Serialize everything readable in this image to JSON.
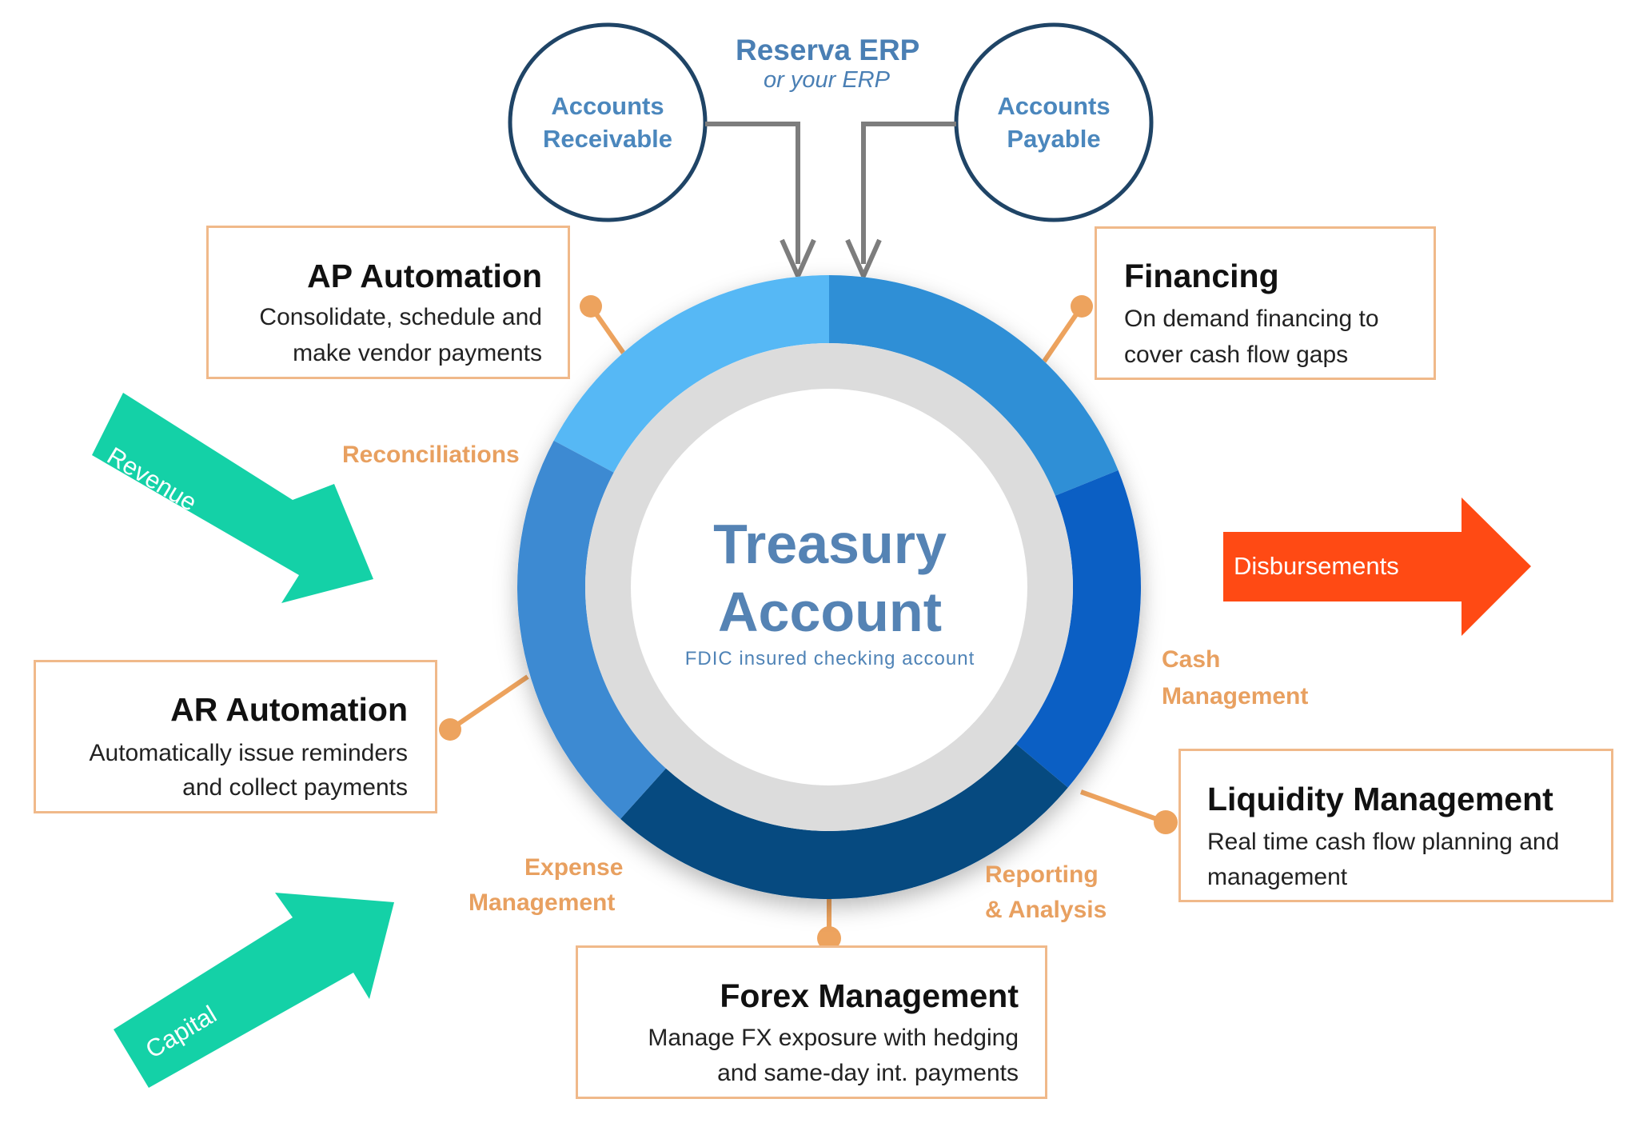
{
  "top": {
    "erp_title": "Reserva ERP",
    "erp_subtitle": "or your ERP",
    "accounts_receivable": [
      "Accounts",
      "Receivable"
    ],
    "accounts_payable": [
      "Accounts",
      "Payable"
    ]
  },
  "center": {
    "title_line1": "Treasury",
    "title_line2": "Account",
    "subtitle": "FDIC insured checking account"
  },
  "boxes": {
    "ap_automation": {
      "title": "AP Automation",
      "lines": [
        "Consolidate, schedule and",
        "make vendor payments"
      ]
    },
    "financing": {
      "title": "Financing",
      "lines": [
        "On demand financing to",
        "cover cash flow gaps"
      ]
    },
    "ar_automation": {
      "title": "AR Automation",
      "lines": [
        "Automatically issue reminders",
        "and collect payments"
      ]
    },
    "liquidity_management": {
      "title": "Liquidity Management",
      "lines": [
        "Real time cash flow planning and",
        "management"
      ]
    },
    "forex_management": {
      "title": "Forex Management",
      "lines": [
        "Manage FX exposure with hedging",
        "and same-day int. payments"
      ]
    }
  },
  "ring_labels": {
    "reconciliations": "Reconciliations",
    "cash_management": [
      "Cash",
      "Management"
    ],
    "expense_management": [
      "Expense",
      "Management"
    ],
    "reporting_analysis": [
      "Reporting",
      "& Analysis"
    ]
  },
  "flows": {
    "revenue": "Revenue",
    "capital": "Capital",
    "disbursements": "Disbursements"
  },
  "colors": {
    "box_border": "#f0b98a",
    "connector": "#eda35e",
    "label_orange": "#e8a060",
    "text_blue": "#4a7fb4",
    "circle_border": "#1f4466",
    "ring_light": "#56b8f5",
    "ring_mid": "#2f8fd6",
    "ring_bright": "#0b5fc4",
    "ring_dark": "#064a80",
    "ring_side": "#3d8ad2",
    "inner_grey": "#dcdcdc",
    "flow_green": "#14d1a7",
    "flow_red": "#ff4a14",
    "arrow_grey": "#7d7d7d"
  }
}
